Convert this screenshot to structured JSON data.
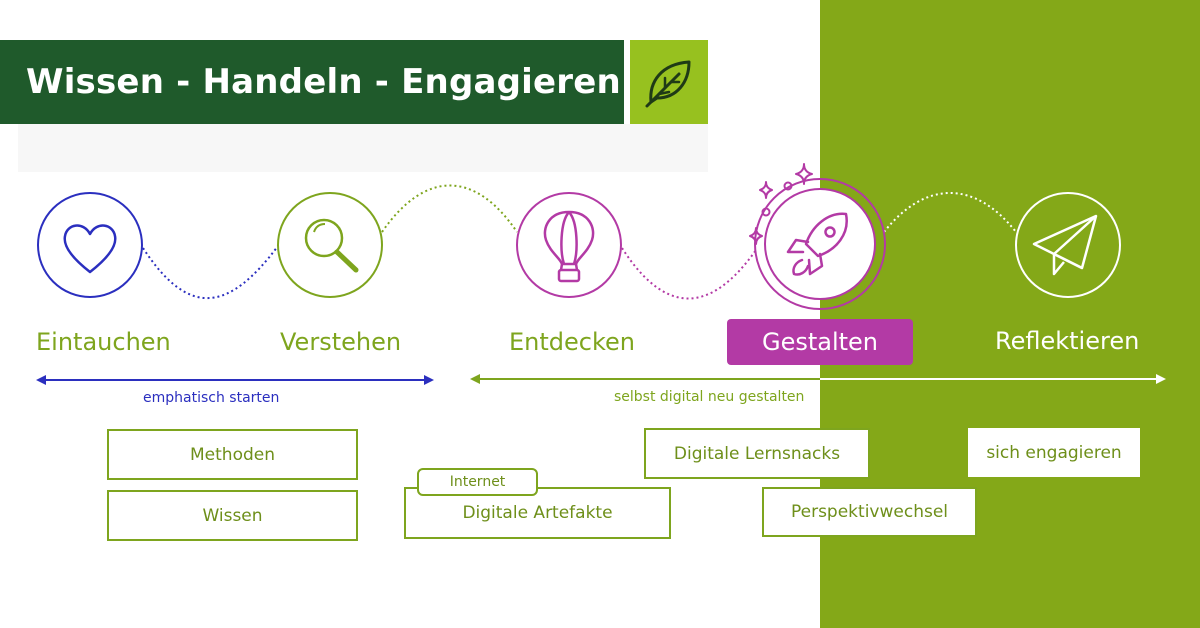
{
  "title": "Wissen - Handeln - Engagieren",
  "icons": {
    "header": "leaf-icon",
    "stages": [
      "heart-icon",
      "magnifier-icon",
      "hot-air-balloon-icon",
      "rocket-icon",
      "paper-plane-icon"
    ]
  },
  "stages": [
    {
      "label": "Eintauchen"
    },
    {
      "label": "Verstehen"
    },
    {
      "label": "Entdecken"
    },
    {
      "label": "Gestalten"
    },
    {
      "label": "Reflektieren"
    }
  ],
  "arrows": {
    "left_label": "emphatisch starten",
    "right_label": "selbst digital neu gestalten"
  },
  "boxes": {
    "methoden": "Methoden",
    "wissen": "Wissen",
    "internet": "Internet",
    "digitale_artefakte": "Digitale Artefakte",
    "digitale_lernsnacks": "Digitale Lernsnacks",
    "perspektivwechsel": "Perspektivwechsel",
    "sich_engagieren": "sich engagieren"
  },
  "colors": {
    "title_bg": "#1f5a2b",
    "leaf_box": "#97c11f",
    "green_panel": "#84a818",
    "blue": "#2b2fbf",
    "green": "#7ea51e",
    "purple": "#b33aa5"
  }
}
